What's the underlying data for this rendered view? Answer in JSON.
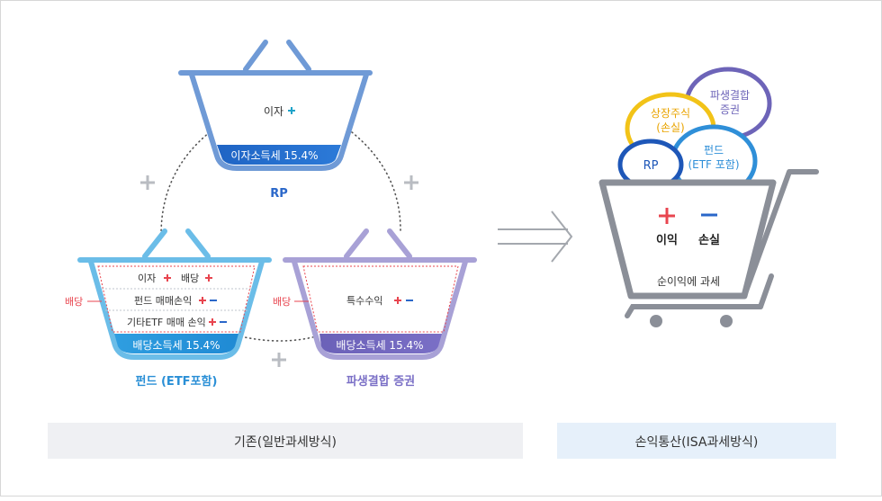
{
  "rp": {
    "content": "이자",
    "tax": "이자소득세 15.4%",
    "title": "RP"
  },
  "fund": {
    "rows": [
      "이자",
      "배당",
      "펀드 매매손익",
      "기타ETF 매매 손익"
    ],
    "tax": "배당소득세 15.4%",
    "title": "펀드 (ETF포함)",
    "side": "배당"
  },
  "derivative": {
    "content": "특수수익",
    "tax": "배당소득세 15.4%",
    "title": "파생결합 증권",
    "side": "배당"
  },
  "cart": {
    "balls": {
      "listed_l1": "상장주식",
      "listed_l2": "(손실)",
      "deriv_l1": "파생결합",
      "deriv_l2": "증권",
      "rp": "RP",
      "fund_l1": "펀드",
      "fund_l2": "(ETF 포함)"
    },
    "profit": "이익",
    "loss": "손실",
    "caption": "순이익에 과세"
  },
  "labels": {
    "existing": "기존(일반과세방식)",
    "isa": "손익통산(ISA과세방식)"
  },
  "colors": {
    "plus": "#e8454f",
    "minus": "#2a67c9",
    "rp_basket": "#6f9ad6",
    "fund_basket": "#6bbde8",
    "deriv_basket": "#a8a1d6",
    "cart": "#8b8f98"
  }
}
